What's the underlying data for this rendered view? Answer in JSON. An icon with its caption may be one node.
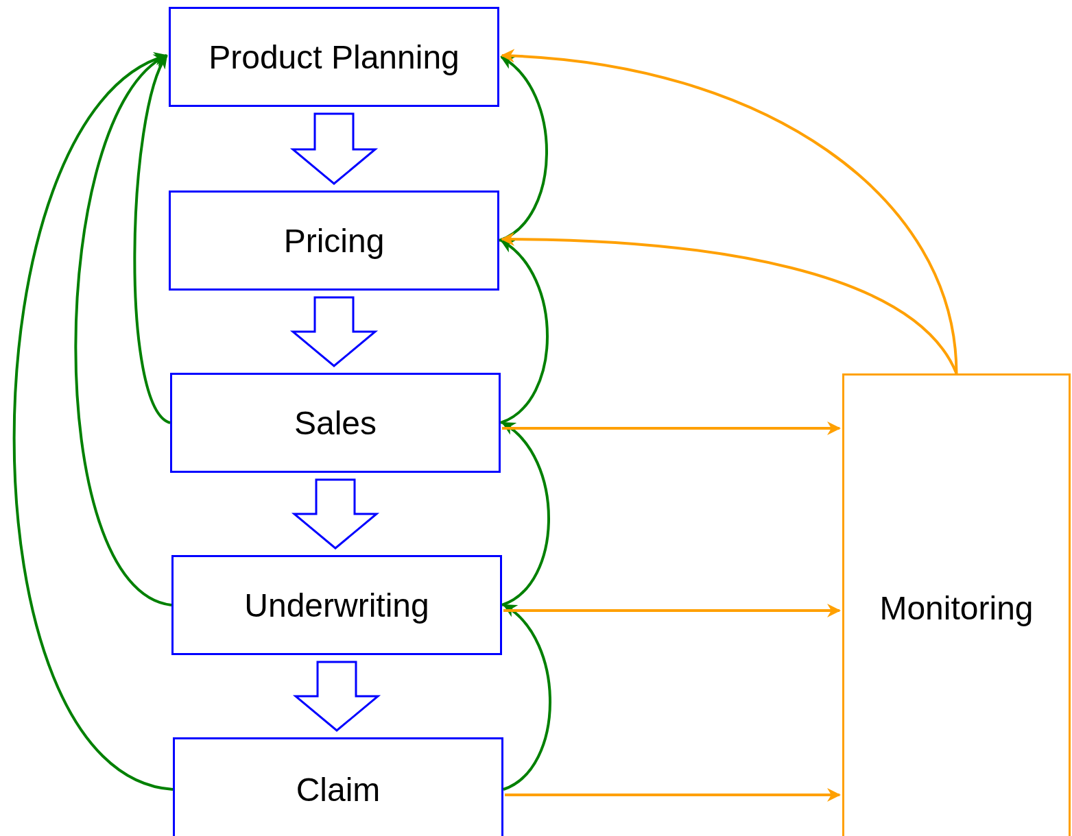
{
  "diagram": {
    "nodes": [
      {
        "text": [
          "Product Planning"
        ]
      },
      {
        "text": [
          "Pricing"
        ]
      },
      {
        "text": [
          "Sales"
        ]
      },
      {
        "text": [
          "Underwriting"
        ]
      },
      {
        "text": [
          "Claim"
        ]
      },
      {
        "text": [
          "Monitoring"
        ]
      }
    ],
    "edges": [
      {
        "from": 0,
        "to": 1,
        "arrow": "to",
        "style": "thick",
        "color": "#0000ff"
      },
      {
        "from": 1,
        "to": 2,
        "arrow": "to",
        "style": "thick",
        "color": "#0000ff"
      },
      {
        "from": 2,
        "to": 3,
        "arrow": "to",
        "style": "thick",
        "color": "#0000ff"
      },
      {
        "from": 3,
        "to": 4,
        "arrow": "to",
        "style": "thick",
        "color": "#0000ff"
      },
      {
        "from": 1,
        "to": 0,
        "arrow": "to",
        "color": "#008000"
      },
      {
        "from": 2,
        "to": 1,
        "arrow": "to",
        "color": "#008000"
      },
      {
        "from": 3,
        "to": 2,
        "arrow": "to",
        "color": "#008000"
      },
      {
        "from": 4,
        "to": 3,
        "arrow": "to",
        "color": "#008000"
      },
      {
        "from": 2,
        "to": 0,
        "arrow": "to",
        "color": "#008000"
      },
      {
        "from": 3,
        "to": 0,
        "arrow": "to",
        "color": "#008000"
      },
      {
        "from": 4,
        "to": 0,
        "arrow": "to",
        "color": "#008000"
      },
      {
        "from": 5,
        "to": 0,
        "arrow": "to",
        "color": "#ffa000"
      },
      {
        "from": 5,
        "to": 1,
        "arrow": "to",
        "color": "#ffa000"
      },
      {
        "from": 2,
        "to": 5,
        "arrow": "to",
        "color": "#ffa000"
      },
      {
        "from": 3,
        "to": 5,
        "arrow": "to",
        "color": "#ffa000"
      },
      {
        "from": 4,
        "to": 5,
        "arrow": "to",
        "color": "#ffa000"
      }
    ]
  }
}
